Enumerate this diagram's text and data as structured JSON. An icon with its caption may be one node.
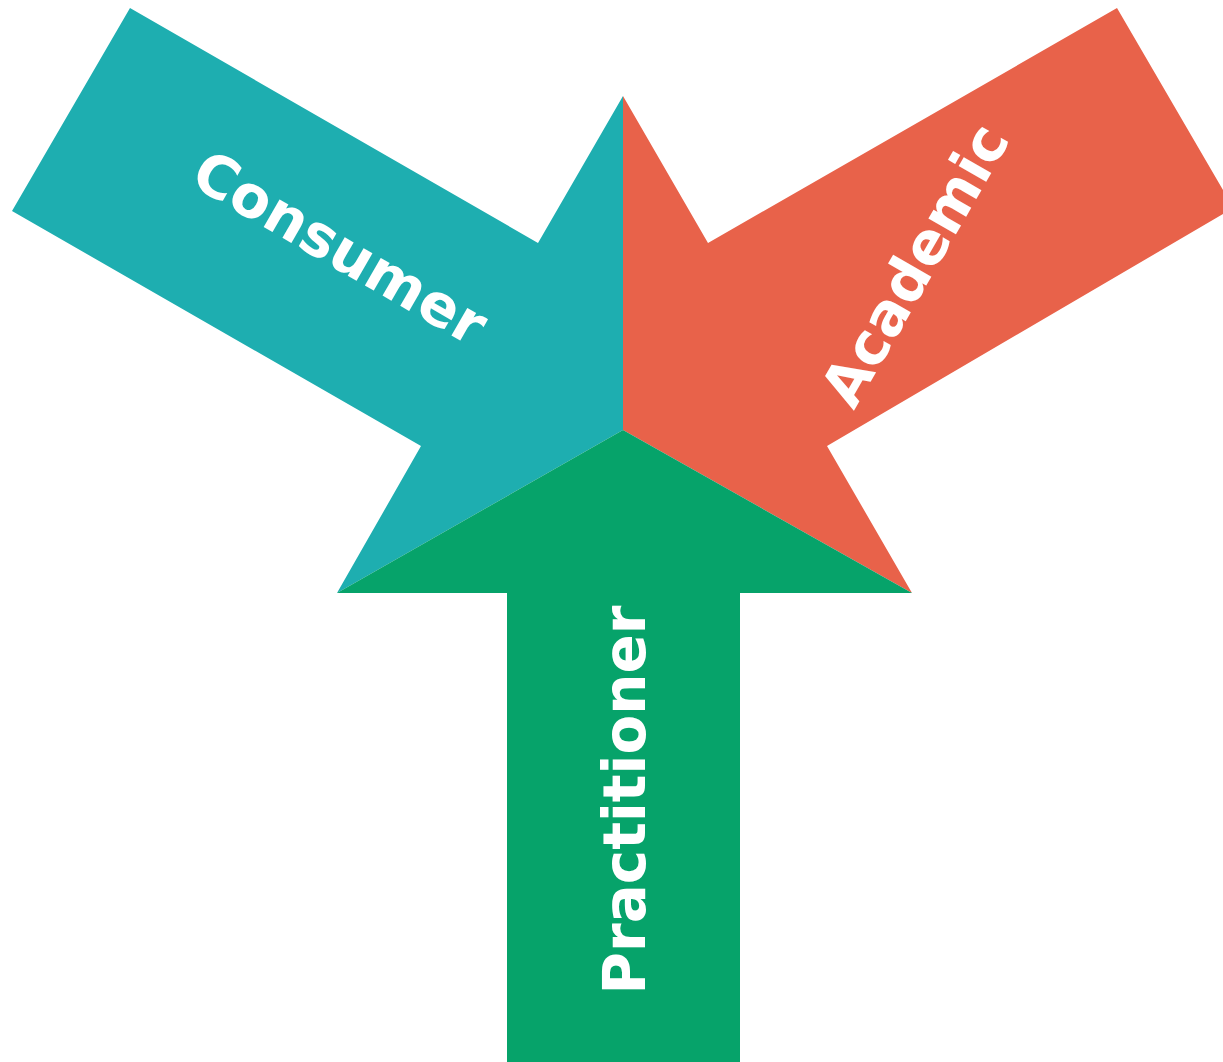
{
  "diagram": {
    "nodes": [
      {
        "text": [
          "Consumer"
        ]
      },
      {
        "text": [
          "Academic"
        ]
      },
      {
        "text": [
          "Practitioner"
        ]
      }
    ]
  }
}
